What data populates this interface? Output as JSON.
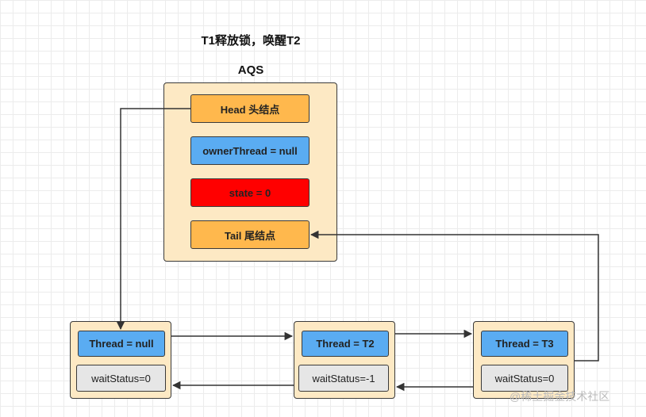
{
  "header": {
    "title": "T1释放锁，唤醒T2",
    "aqs_label": "AQS"
  },
  "aqs": {
    "head": "Head 头结点",
    "owner": "ownerThread = null",
    "state": "state = 0",
    "tail": "Tail 尾结点"
  },
  "nodes": [
    {
      "thread": "Thread = null",
      "wait": "waitStatus=0"
    },
    {
      "thread": "Thread = T2",
      "wait": "waitStatus=-1"
    },
    {
      "thread": "Thread = T3",
      "wait": "waitStatus=0"
    }
  ],
  "colors": {
    "panel": "#fde9c4",
    "orange": "#ffb84d",
    "blue": "#5aacf2",
    "red": "#ff0000",
    "gray": "#e6e6e6",
    "line": "#333333"
  },
  "watermark": "@稀土掘金技术社区"
}
